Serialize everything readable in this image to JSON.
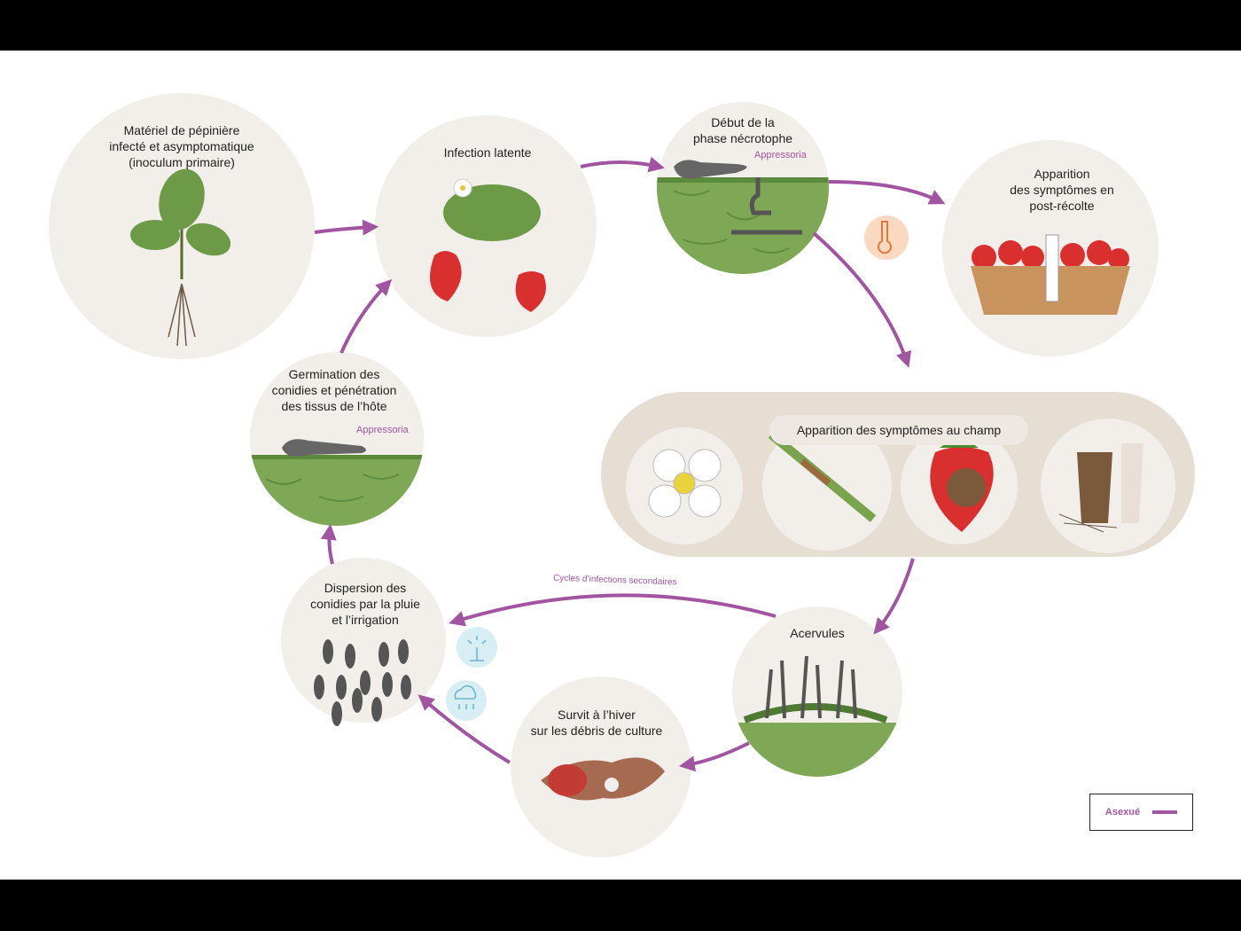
{
  "stages": {
    "nursery": "Matériel de pépinière\ninfecté et asymptomatique\n(inoculum primaire)",
    "latent": "Infection latente",
    "necrotroph": "Début de la\nphase nécrotophe",
    "postharvest": "Apparition\ndes symptômes en\npost-récolte",
    "field": "Apparition des symptômes au champ",
    "acervuli": "Acervules",
    "overwinter": "Survit à l’hiver\nsur les débris de culture",
    "dispersal": "Dispersion des\nconidies par la pluie\net l’irrigation",
    "germination": "Germination des\nconidies et pénétration\ndes tissus de l’hôte"
  },
  "annotations": {
    "appressoria_1": "Appressoria",
    "appressoria_2": "Appressoria",
    "secondary_cycles": "Cycles d’infections secondaires"
  },
  "legend": {
    "asexual": "Asexué"
  },
  "icons": [
    "thermometer-icon",
    "sprinkler-icon",
    "rain-cloud-icon"
  ],
  "colors": {
    "arrow": "#a155a0",
    "circle": "#f2efea",
    "band": "#e6ddd3",
    "leaf": "#6c9a47",
    "fruit": "#d9302f"
  }
}
